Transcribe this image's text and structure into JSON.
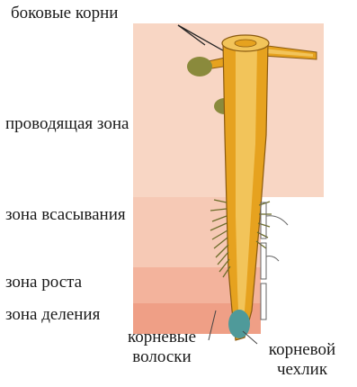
{
  "colors": {
    "band_conducting": "#f8d6c4",
    "band_absorption": "#f6c9b5",
    "band_growth": "#f3b39c",
    "band_division": "#ef9f86",
    "root_outer": "#e6a21f",
    "root_inner": "#f2c45a",
    "root_hairs": "#8a8a3c",
    "root_cap": "#4f9a9a"
  },
  "labels": {
    "lateral_roots": "боковые корни",
    "conducting_zone": "проводящая зона",
    "absorption_zone": "зона всасывания",
    "growth_zone": "зона роста",
    "division_zone": "зона деления",
    "root_hairs_line1": "корневые",
    "root_hairs_line2": "волоски",
    "root_cap_line1": "корневой",
    "root_cap_line2": "чехлик"
  }
}
